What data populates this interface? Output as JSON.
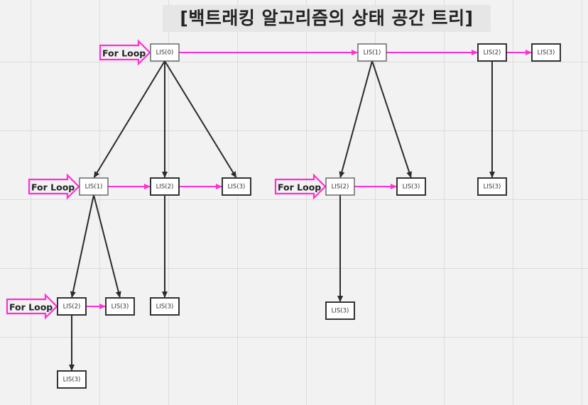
{
  "title": "[백트래킹 알고리즘의 상태 공간 트리]",
  "loop_label": "For Loop",
  "colors": {
    "loop": "#ff2fd6",
    "tree_edge": "#2b2b2b",
    "node_border": "#333333"
  },
  "nodes": [
    {
      "id": "n0",
      "label": "LIS(0)"
    },
    {
      "id": "n1",
      "label": "LIS(1)"
    },
    {
      "id": "n2",
      "label": "LIS(2)"
    },
    {
      "id": "n3",
      "label": "LIS(3)"
    },
    {
      "id": "n4",
      "label": "LIS(1)"
    },
    {
      "id": "n5",
      "label": "LIS(2)"
    },
    {
      "id": "n6",
      "label": "LIS(3)"
    },
    {
      "id": "n7",
      "label": "LIS(2)"
    },
    {
      "id": "n8",
      "label": "LIS(3)"
    },
    {
      "id": "n9",
      "label": "LIS(3)"
    },
    {
      "id": "n10",
      "label": "LIS(2)"
    },
    {
      "id": "n11",
      "label": "LIS(3)"
    },
    {
      "id": "n12",
      "label": "LIS(3)"
    },
    {
      "id": "n13",
      "label": "LIS(3)"
    },
    {
      "id": "n14",
      "label": "LIS(3)"
    }
  ],
  "tree_edges": [
    [
      "n0",
      "n4"
    ],
    [
      "n0",
      "n5"
    ],
    [
      "n0",
      "n6"
    ],
    [
      "n1",
      "n7"
    ],
    [
      "n1",
      "n8"
    ],
    [
      "n2",
      "n9"
    ],
    [
      "n4",
      "n10"
    ],
    [
      "n4",
      "n11"
    ],
    [
      "n5",
      "n12"
    ],
    [
      "n7",
      "n13"
    ],
    [
      "n10",
      "n14"
    ]
  ],
  "loop_edges": [
    [
      "n0",
      "n1"
    ],
    [
      "n1",
      "n2"
    ],
    [
      "n2",
      "n3"
    ],
    [
      "n4",
      "n5"
    ],
    [
      "n5",
      "n6"
    ],
    [
      "n7",
      "n8"
    ],
    [
      "n10",
      "n11"
    ]
  ],
  "loop_markers": [
    "n0",
    "n4",
    "n7",
    "n10"
  ]
}
